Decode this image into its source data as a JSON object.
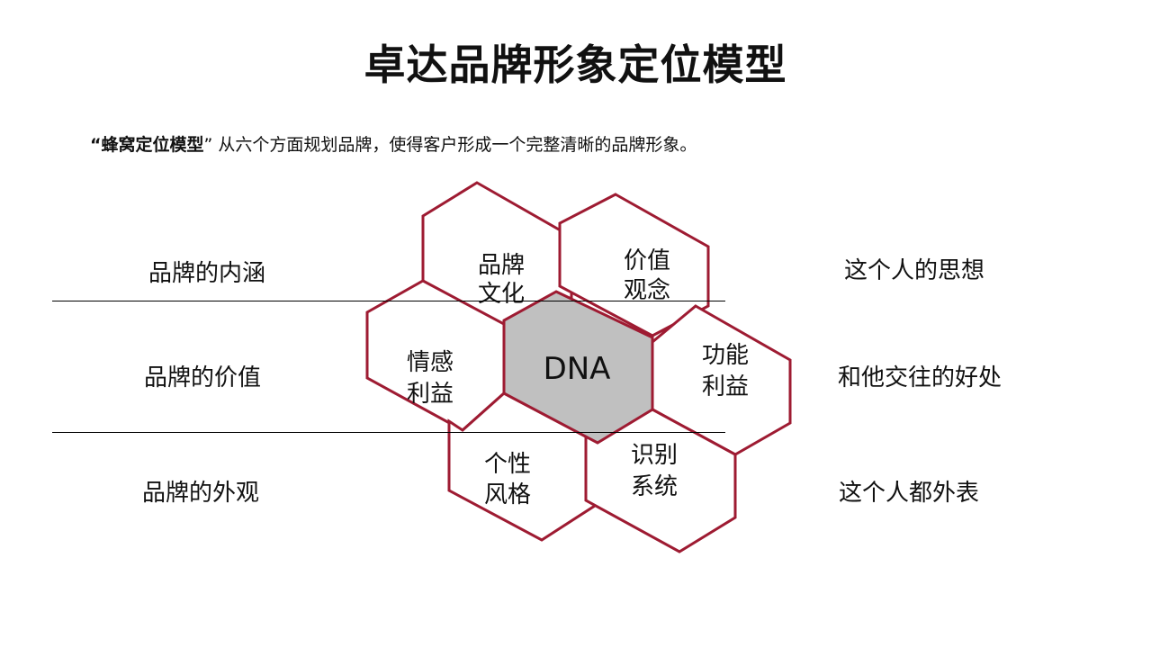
{
  "title": "卓达品牌形象定位模型",
  "subtitle": {
    "quote_open": "“",
    "quote_bold": "蜂窝定位模型",
    "quote_close": "”",
    "rest": "  从六个方面规划品牌，使得客户形成一个完整清晰的品牌形象。"
  },
  "left_labels": [
    "品牌的内涵",
    "品牌的价值",
    "品牌的外观"
  ],
  "right_labels": [
    "这个人的思想",
    "和他交往的好处",
    "这个人都外表"
  ],
  "hexagons": {
    "brand_culture": [
      "品牌",
      "文化"
    ],
    "value_concept": [
      "价值",
      "观念"
    ],
    "emotional_benefit": [
      "情感",
      "利益"
    ],
    "functional_benefit": [
      "功能",
      "利益"
    ],
    "personality_style": [
      "个性",
      "风格"
    ],
    "identity_system": [
      "识别",
      "系统"
    ],
    "center": "DNA"
  },
  "colors": {
    "hex_stroke": "#9e1b32",
    "center_fill": "#c0c0c0",
    "center_stroke": "#9e1b32"
  }
}
